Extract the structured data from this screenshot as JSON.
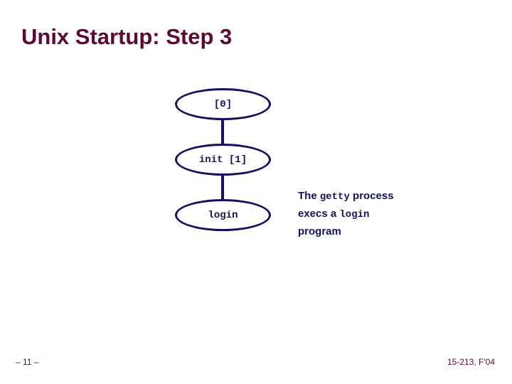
{
  "slide": {
    "title": "Unix Startup: Step 3",
    "title_color": "#5C0A34",
    "background_color": "#ffffff",
    "accent_color": "#14125c"
  },
  "diagram": {
    "type": "process-tree",
    "node_color": "#14125c",
    "nodes": [
      {
        "id": "node-0",
        "label": "[0]"
      },
      {
        "id": "node-init",
        "label": "init [1]"
      },
      {
        "id": "node-login",
        "label": "login"
      }
    ],
    "edges": [
      {
        "from": "node-0",
        "to": "node-init"
      },
      {
        "from": "node-init",
        "to": "node-login"
      }
    ]
  },
  "annotation": {
    "color": "#14125c",
    "line1_a": "The ",
    "line1_mono": "getty",
    "line1_b": " process",
    "line2_a": "execs a ",
    "line2_mono": "login",
    "line3": "program"
  },
  "footer": {
    "page_marker": "– 11 –",
    "course": "15-213, F'04"
  }
}
